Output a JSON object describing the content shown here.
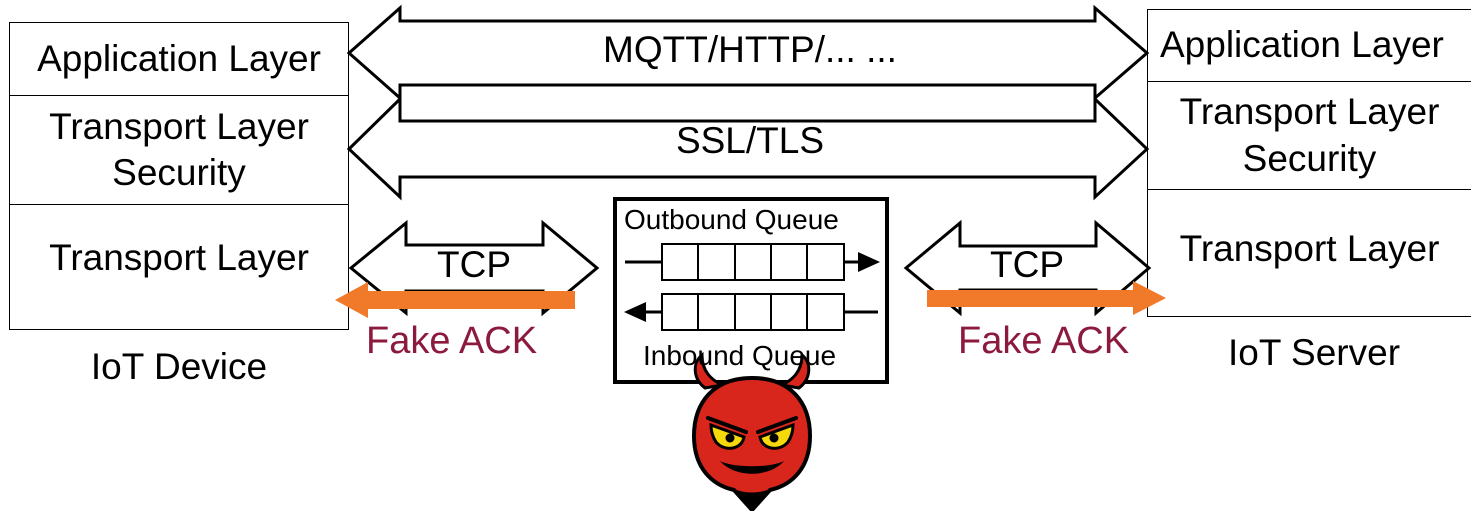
{
  "device": {
    "layers": [
      "Application Layer",
      "Transport  Layer\nSecurity",
      "Transport  Layer"
    ],
    "label": "IoT Device"
  },
  "server": {
    "layers": [
      "Application Layer",
      "Transport  Layer\nSecurity",
      "Transport  Layer"
    ],
    "label": "IoT Server"
  },
  "arrows": {
    "application": "MQTT/HTTP/... ...",
    "tls": "SSL/TLS",
    "tcp_left": "TCP",
    "tcp_right": "TCP"
  },
  "attacker": {
    "outbound_label": "Outbound Queue",
    "inbound_label": "Inbound Queue"
  },
  "fake_ack_left": "Fake ACK",
  "fake_ack_right": "Fake ACK",
  "colors": {
    "fake_ack_text": "#8c1a3e",
    "fake_ack_arrow": "#f07a2a",
    "devil_red": "#d9261c",
    "devil_eyes": "#f5d90a"
  }
}
